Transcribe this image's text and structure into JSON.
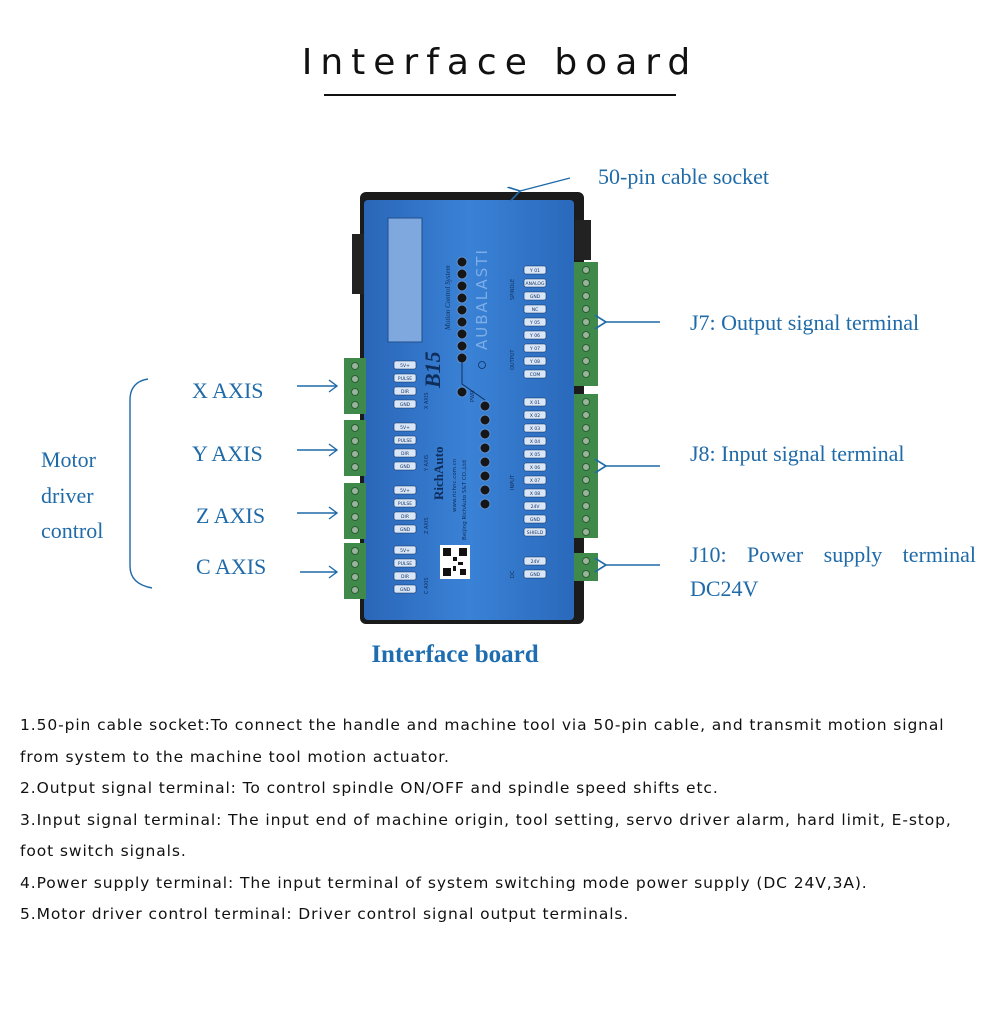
{
  "heading": "Interface board",
  "labels": {
    "socket": "50-pin cable socket",
    "j7": "J7: Output signal terminal",
    "j8": "J8: Input signal terminal",
    "j10_line1": "J10: Power supply terminal",
    "j10_line2": "DC24V",
    "x_axis": "X AXIS",
    "y_axis": "Y AXIS",
    "z_axis": "Z AXIS",
    "c_axis": "C AXIS",
    "motor_line1": "Motor",
    "motor_line2": "driver",
    "motor_line3": "control"
  },
  "board": {
    "model": "B15",
    "subtitle": "Motion Control System",
    "brand": "RichAuto",
    "brand_mark": "AUBALASTI",
    "company": "Beijing RichAuto S&T CO.,Ltd",
    "website": "www.richnc.com.cn",
    "pwr": "PWR",
    "axis_pins": [
      "5V+",
      "PULSE",
      "DIR",
      "GND"
    ],
    "axis_names": [
      "X AXIS",
      "Y AXIS",
      "Z AXIS",
      "C AXIS"
    ],
    "spindle_pins": [
      "Y 01",
      "ANALOG",
      "GND"
    ],
    "output_pins": [
      "NC",
      "Y 05",
      "Y 06",
      "Y 07",
      "Y 08",
      "COM"
    ],
    "input_pins": [
      "X 01",
      "X 02",
      "X 03",
      "X 04",
      "X 05",
      "X 06",
      "X 07",
      "X 08",
      "24V",
      "GND",
      "SHIELD"
    ],
    "dc_pins": [
      "24V",
      "GND"
    ],
    "group_spindle": "SPINDLE",
    "group_output": "OUTPUT",
    "group_input": "INPUT",
    "group_dc": "DC"
  },
  "caption": "Interface board",
  "notes": [
    "1.50-pin cable socket:To connect the handle and machine tool via 50-pin cable, and transmit motion signal from system to the machine tool motion actuator.",
    "2.Output signal terminal: To control spindle ON/OFF and spindle speed shifts etc.",
    "3.Input signal terminal: The input end of machine origin, tool setting, servo driver alarm, hard limit, E-stop, foot switch signals.",
    "4.Power supply terminal: The input terminal of system switching mode power supply (DC 24V,3A).",
    "5.Motor driver control terminal: Driver control signal output terminals."
  ],
  "colors": {
    "label_blue": "#1f6aa8",
    "board_blue": "#2f73c9",
    "terminal_green": "#3f8a4a"
  }
}
